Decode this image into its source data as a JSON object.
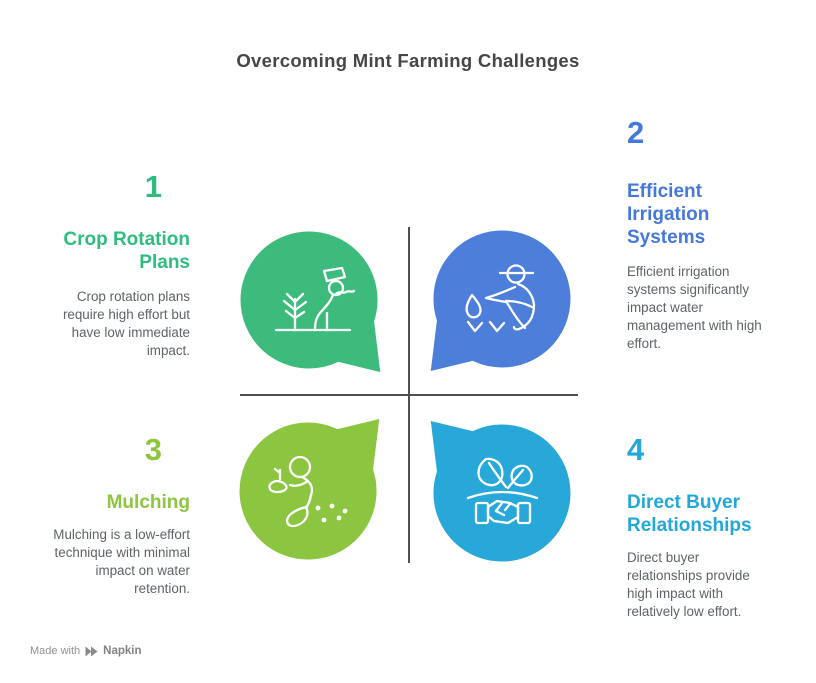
{
  "title": "Overcoming Mint Farming Challenges",
  "sections": [
    {
      "number": "1",
      "title": "Crop Rotation Plans",
      "description": "Crop rotation plans require high effort but have low immediate impact.",
      "accent": "#2ebd7e",
      "bubble_color": "#3dbb7d",
      "icon": "farmer-planting-icon",
      "bubble_tail": "bottom-right"
    },
    {
      "number": "2",
      "title": "Efficient Irrigation Systems",
      "description": "Efficient irrigation systems significantly impact water management with high effort.",
      "accent": "#4478db",
      "bubble_color": "#4d7ed9",
      "icon": "farmer-watering-icon",
      "bubble_tail": "bottom-left"
    },
    {
      "number": "3",
      "title": "Mulching",
      "description": "Mulching is a low-effort technique with minimal impact on water retention.",
      "accent": "#8cc63f",
      "bubble_color": "#8cc53f",
      "icon": "seed-sowing-icon",
      "bubble_tail": "top-right"
    },
    {
      "number": "4",
      "title": "Direct Buyer Relationships",
      "description": "Direct buyer relationships provide high impact with relatively low effort.",
      "accent": "#21a8d8",
      "bubble_color": "#27a8d8",
      "icon": "handshake-leaves-icon",
      "bubble_tail": "top-left"
    }
  ],
  "divider_color": "#4f4f4f",
  "footer": {
    "made_with": "Made with",
    "brand": "Napkin"
  }
}
